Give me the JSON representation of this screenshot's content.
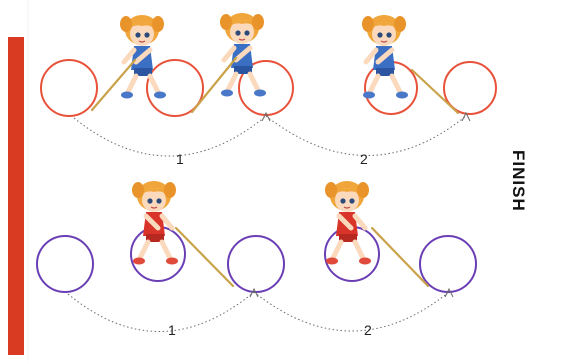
{
  "colors": {
    "start_bar": "#d93a22",
    "lane_top": "#e8523a",
    "lane_bottom": "#6a3fb5",
    "rope": "#c9a24a",
    "dotted": "#6b6b6b"
  },
  "finish_label": "FINISH",
  "lanes": [
    {
      "id": "top",
      "kid_shirt": "#3b6fc4",
      "steps": [
        {
          "label": "1"
        },
        {
          "label": "2"
        }
      ]
    },
    {
      "id": "bottom",
      "kid_shirt": "#d9342a",
      "steps": [
        {
          "label": "1"
        },
        {
          "label": "2"
        }
      ]
    }
  ],
  "icons": {
    "kid": "cartoon-girl-pulling-rope-icon",
    "hoop": "hoop-circle-icon"
  }
}
